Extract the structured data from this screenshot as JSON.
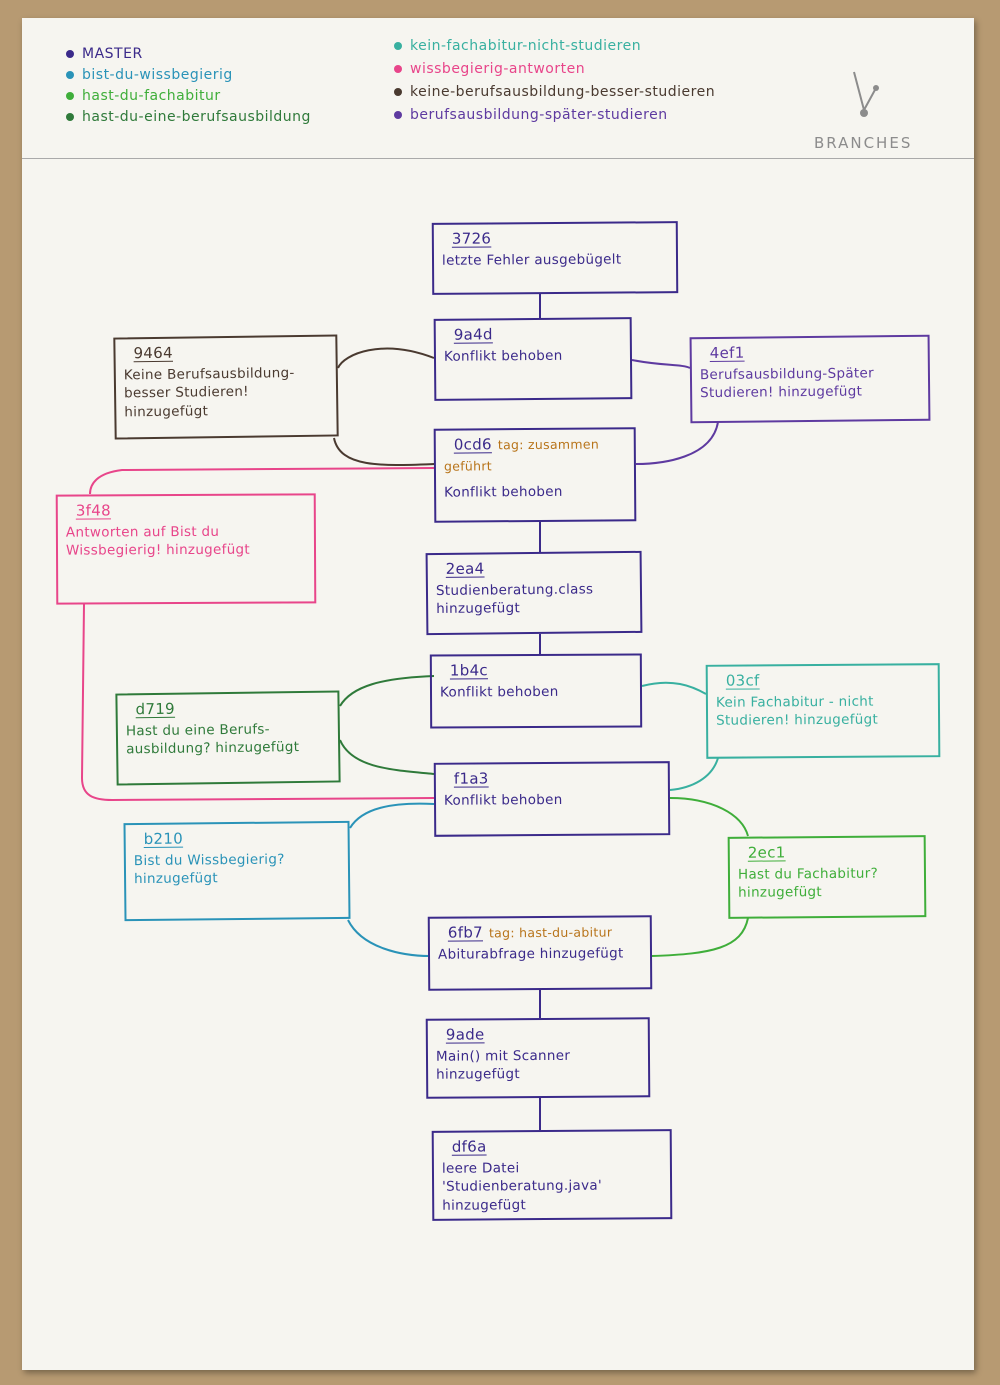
{
  "colors": {
    "master": "#3b2a8a",
    "bist_du_wissbegierig": "#2a93b8",
    "hast_du_fachabitur": "#3fae3a",
    "hast_du_eine_berufsausbildung": "#2f7a3a",
    "kein_fachabitur_nicht_studieren": "#38b0a0",
    "wissbegierig_antworten": "#e8458a",
    "keine_berufsausbildung_besser_studieren": "#4a3a30",
    "berufsausbildung_spaeter_studieren": "#5e3aa0",
    "tag": "#b8741a"
  },
  "legend": {
    "left": [
      {
        "label": "MASTER",
        "color": "#3b2a8a"
      },
      {
        "label": "bist-du-wissbegierig",
        "color": "#2a93b8"
      },
      {
        "label": "hast-du-fachabitur",
        "color": "#3fae3a"
      },
      {
        "label": "hast-du-eine-berufsausbildung",
        "color": "#2f7a3a"
      }
    ],
    "right": [
      {
        "label": "kein-fachabitur-nicht-studieren",
        "color": "#38b0a0"
      },
      {
        "label": "wissbegierig-antworten",
        "color": "#e8458a"
      },
      {
        "label": "keine-berufsausbildung-besser-studieren",
        "color": "#4a3a30"
      },
      {
        "label": "berufsausbildung-später-studieren",
        "color": "#5e3aa0"
      }
    ],
    "icon": "branches-icon",
    "branches_label": "BRANCHES"
  },
  "commits": {
    "c3726": {
      "hash": "3726",
      "message": "letzte Fehler ausgebügelt"
    },
    "c9a4d": {
      "hash": "9a4d",
      "message": "Konflikt behoben"
    },
    "c9464": {
      "hash": "9464",
      "message": "Keine Berufsausbildung-besser Studieren! hinzugefügt"
    },
    "c4ef1": {
      "hash": "4ef1",
      "message": "Berufsausbildung-Später Studieren! hinzugefügt"
    },
    "c0cd6": {
      "hash": "0cd6",
      "message": "Konflikt behoben",
      "tag": "tag: zusammen geführt"
    },
    "c3f48": {
      "hash": "3f48",
      "message": "Antworten auf Bist du Wissbegierig! hinzugefügt"
    },
    "c2ea4": {
      "hash": "2ea4",
      "message": "Studienberatung.class hinzugefügt"
    },
    "c1b4c": {
      "hash": "1b4c",
      "message": "Konflikt behoben"
    },
    "c03cf": {
      "hash": "03cf",
      "message": "Kein Fachabitur - nicht Studieren! hinzugefügt"
    },
    "cd719": {
      "hash": "d719",
      "message": "Hast du eine Berufs-ausbildung? hinzugefügt"
    },
    "cf1a3": {
      "hash": "f1a3",
      "message": "Konflikt behoben"
    },
    "cb210": {
      "hash": "b210",
      "message": "Bist du Wissbegierig? hinzugefügt"
    },
    "c2ec1": {
      "hash": "2ec1",
      "message": "Hast du Fachabitur? hinzugefügt"
    },
    "c6fb7": {
      "hash": "6fb7",
      "message": "Abiturabfrage hinzugefügt",
      "tag": "tag: hast-du-abitur"
    },
    "c9ade": {
      "hash": "9ade",
      "message": "Main() mit Scanner hinzugefügt"
    },
    "cdf6a": {
      "hash": "df6a",
      "message": "leere Datei 'Studienberatung.java' hinzugefügt"
    }
  }
}
